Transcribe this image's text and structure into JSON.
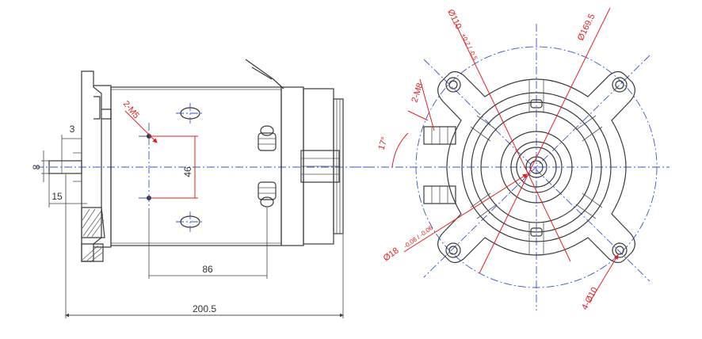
{
  "side_view": {
    "dim_shaft_flat": "3",
    "dim_shaft_dia": "8",
    "dim_shaft_len": "15",
    "dim_tapped_holes": "2-M5",
    "dim_hole_spacing": "46",
    "dim_hole_offset": "86",
    "dim_total_length": "200.5"
  },
  "front_view": {
    "dim_pilot_dia": "Ø110",
    "dim_pilot_tol": "+0.2 / -0.5",
    "dim_bolt_circle": "Ø169.5",
    "dim_terminals": "2-M8",
    "dim_angle": "17°",
    "dim_shaft_dia": "Ø18",
    "dim_shaft_tol": "-0.08 / -0.06",
    "dim_mount_holes": "4-Ø10"
  },
  "colors": {
    "dimension": "#e02020",
    "centerline": "#3355cc",
    "outline": "#3a3a3a"
  }
}
